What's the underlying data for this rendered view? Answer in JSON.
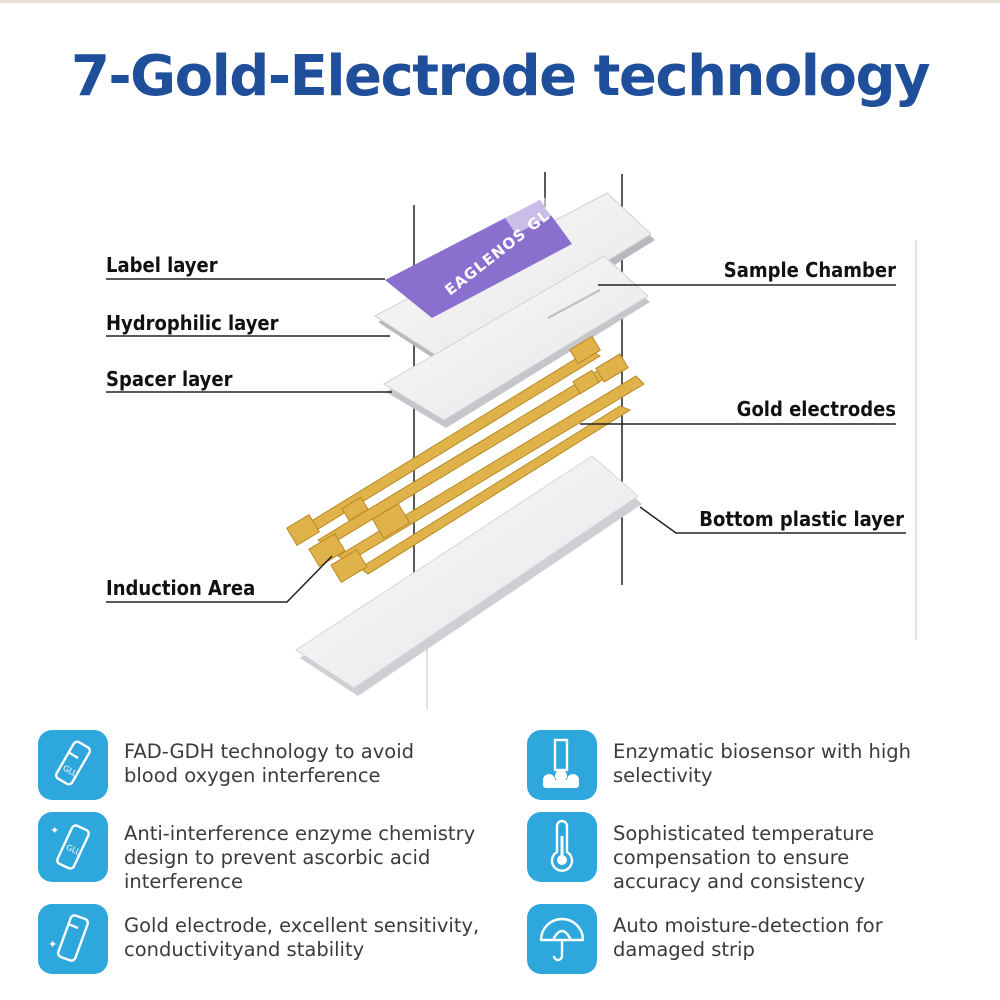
{
  "title": "7-Gold-Electrode technology",
  "colors": {
    "title": "#1f4e9a",
    "icon_bg": "#2ea7dc",
    "label_purple": "#8a6fcf",
    "gold": "#e0b24a"
  },
  "diagram": {
    "strip_print": "EAGLENOS GLU",
    "left_labels": {
      "label_layer": "Label layer",
      "hydrophilic_layer": "Hydrophilic layer",
      "spacer_layer": "Spacer layer",
      "induction_area": "Induction Area"
    },
    "right_labels": {
      "sample_chamber": "Sample Chamber",
      "gold_electrodes": "Gold electrodes",
      "bottom_plastic_layer": "Bottom plastic layer"
    }
  },
  "features": [
    {
      "icon": "test-strip-icon",
      "text": "FAD-GDH technology to avoid\nblood oxygen interference"
    },
    {
      "icon": "biosensor-icon",
      "text": "Enzymatic biosensor with high\nselectivity"
    },
    {
      "icon": "test-strip-icon",
      "text": "Anti-interference enzyme chemistry\ndesign to prevent ascorbic acid\ninterference"
    },
    {
      "icon": "thermometer-icon",
      "text": "Sophisticated temperature\ncompensation to ensure\naccuracy and consistency"
    },
    {
      "icon": "test-strip-icon",
      "text": "Gold electrode, excellent sensitivity,\nconductivityand stability"
    },
    {
      "icon": "umbrella-icon",
      "text": "Auto moisture-detection for\ndamaged strip"
    }
  ]
}
